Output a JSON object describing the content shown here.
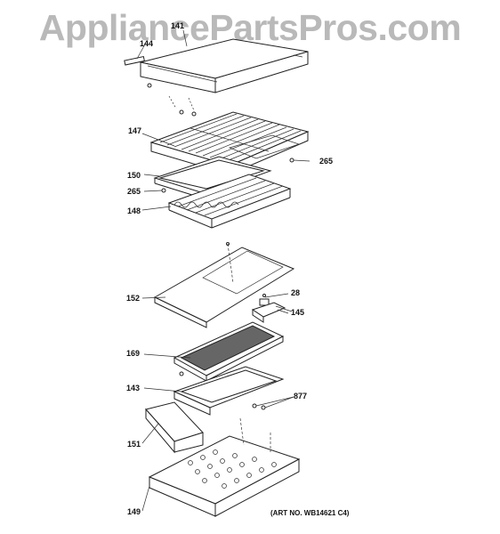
{
  "watermark": "AppliancePartsPros.com",
  "art_number": "(ART NO. WB14621 C4)",
  "callouts": {
    "c141": "141",
    "c144": "144",
    "c147": "147",
    "c265a": "265",
    "c150": "150",
    "c265b": "265",
    "c148": "148",
    "c152": "152",
    "c28": "28",
    "c145": "145",
    "c169": "169",
    "c143": "143",
    "c877": "877",
    "c151": "151",
    "c149": "149"
  }
}
